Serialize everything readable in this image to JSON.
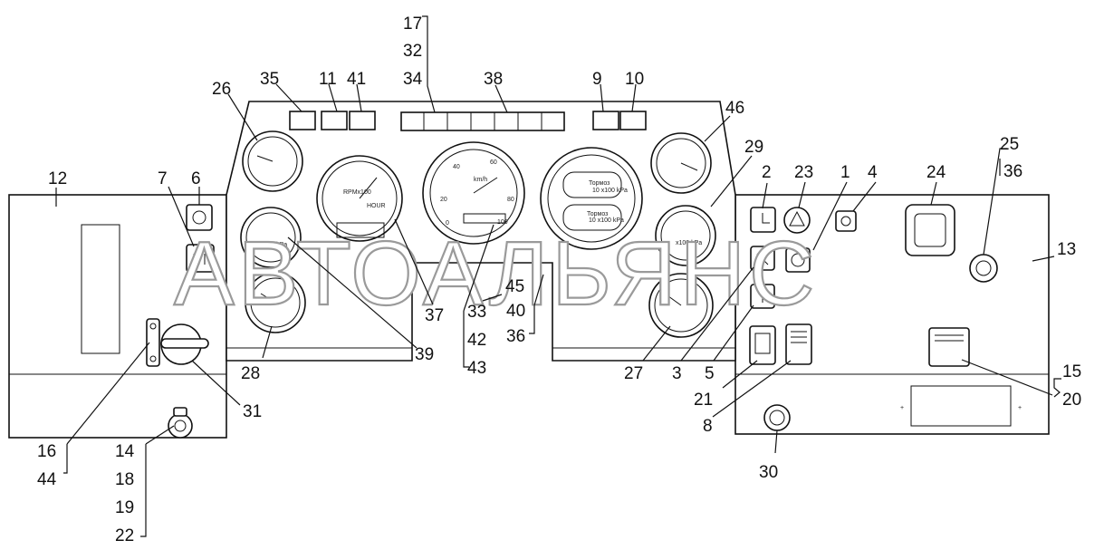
{
  "diagram": {
    "watermark": "АВТОАЛЬЯНС",
    "callouts": {
      "c1": "1",
      "c2": "2",
      "c3": "3",
      "c4": "4",
      "c5": "5",
      "c6": "6",
      "c7": "7",
      "c8": "8",
      "c9": "9",
      "c10": "10",
      "c11": "11",
      "c12": "12",
      "c13": "13",
      "c14": "14",
      "c15": "15",
      "c16": "16",
      "c17": "17",
      "c18": "18",
      "c19": "19",
      "c20": "20",
      "c21": "21",
      "c22": "22",
      "c23": "23",
      "c24": "24",
      "c25": "25",
      "c26": "26",
      "c27": "27",
      "c28": "28",
      "c29": "29",
      "c30": "30",
      "c31": "31",
      "c32": "32",
      "c33": "33",
      "c34": "34",
      "c35": "35",
      "c36": "36",
      "c36b": "36",
      "c37": "37",
      "c38": "38",
      "c39": "39",
      "c40": "40",
      "c41": "41",
      "c42": "42",
      "c43": "43",
      "c44": "44",
      "c45": "45",
      "c46": "46"
    },
    "gauge_text": {
      "tacho_unit": "RPMx100",
      "tacho_sub": "HOUR",
      "speedo_unit": "km/h",
      "speedo_max": "100",
      "speedo_mid": "60",
      "speedo_80": "80",
      "speedo_20": "20",
      "speedo_40": "40",
      "speedo_0": "0",
      "pressure_unit": "x100 kPa",
      "brake_label_1": "Тормоз",
      "brake_label_2": "Тормоз",
      "brake_scale_1": "10 x100 kPa",
      "brake_scale_2": "10 x100 kPa"
    }
  }
}
